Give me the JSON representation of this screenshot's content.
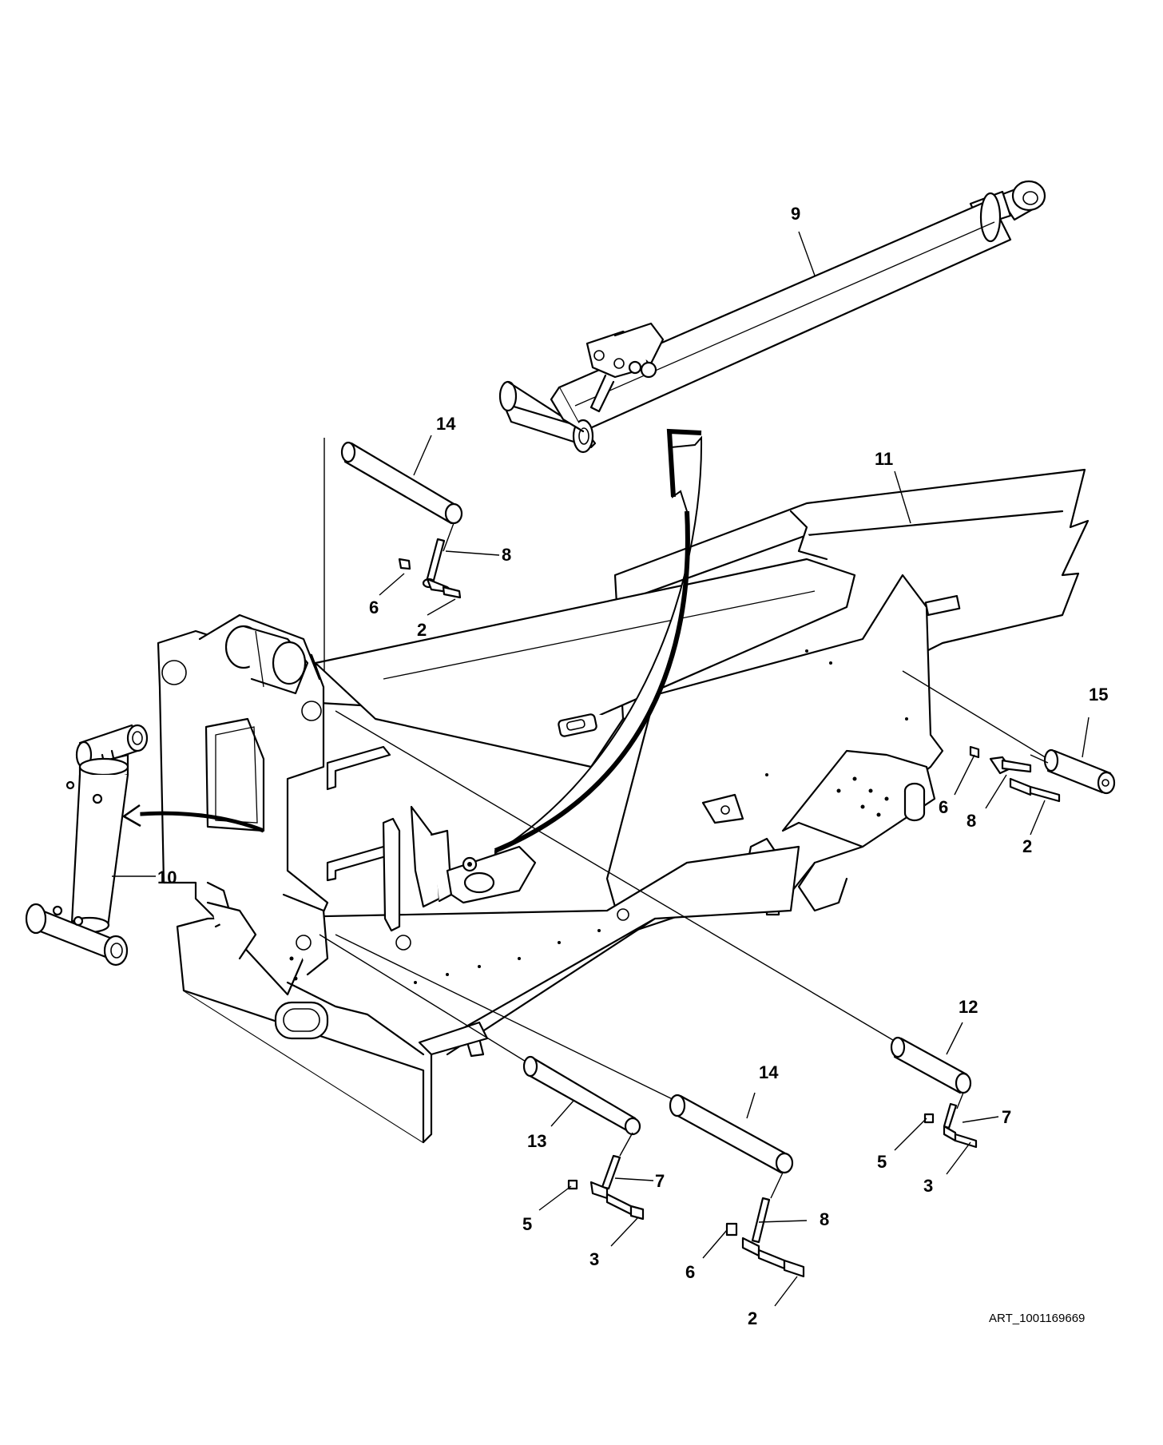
{
  "diagram": {
    "callouts": [
      {
        "id": "c-9",
        "label": "9"
      },
      {
        "id": "c-14a",
        "label": "14"
      },
      {
        "id": "c-8a",
        "label": "8"
      },
      {
        "id": "c-6a",
        "label": "6"
      },
      {
        "id": "c-2a",
        "label": "2"
      },
      {
        "id": "c-11",
        "label": "11"
      },
      {
        "id": "c-15",
        "label": "15"
      },
      {
        "id": "c-6b",
        "label": "6"
      },
      {
        "id": "c-8b",
        "label": "8"
      },
      {
        "id": "c-2b",
        "label": "2"
      },
      {
        "id": "c-10",
        "label": "10"
      },
      {
        "id": "c-12",
        "label": "12"
      },
      {
        "id": "c-7a",
        "label": "7"
      },
      {
        "id": "c-5a",
        "label": "5"
      },
      {
        "id": "c-3a",
        "label": "3"
      },
      {
        "id": "c-14b",
        "label": "14"
      },
      {
        "id": "c-13",
        "label": "13"
      },
      {
        "id": "c-7b",
        "label": "7"
      },
      {
        "id": "c-5b",
        "label": "5"
      },
      {
        "id": "c-3b",
        "label": "3"
      },
      {
        "id": "c-8c",
        "label": "8"
      },
      {
        "id": "c-6c",
        "label": "6"
      },
      {
        "id": "c-2c",
        "label": "2"
      }
    ],
    "art_number": "ART_1001169669"
  }
}
